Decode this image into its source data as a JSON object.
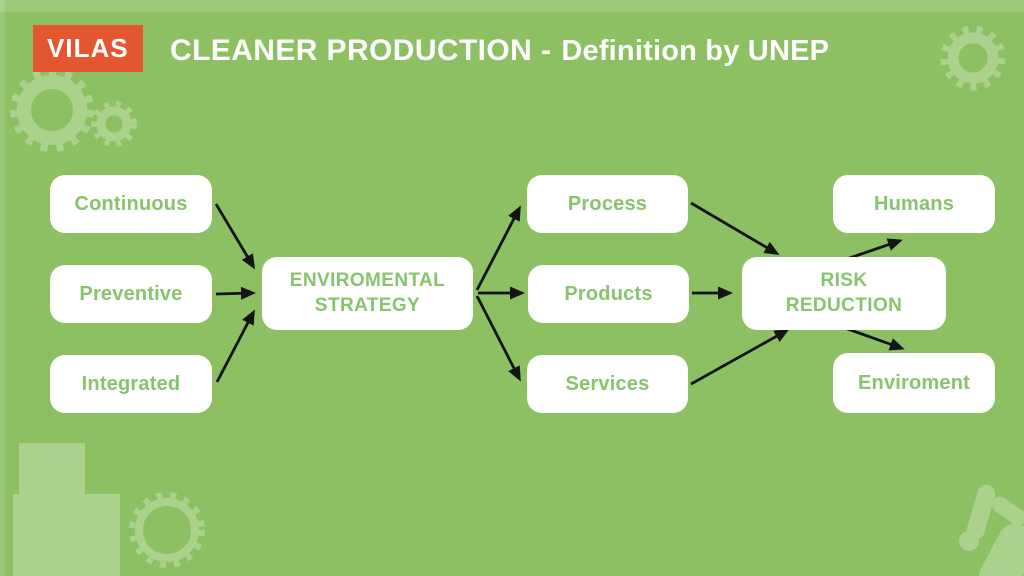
{
  "header": {
    "logo_text": "VILAS",
    "title_bold": "CLEANER PRODUCTION -",
    "title_light": "Definition by UNEP"
  },
  "diagram": {
    "left_inputs": [
      {
        "label": "Continuous"
      },
      {
        "label": "Preventive"
      },
      {
        "label": "Integrated"
      }
    ],
    "strategy_hub": {
      "label": "ENVIROMENTAL STRATEGY"
    },
    "focus_areas": [
      {
        "label": "Process"
      },
      {
        "label": "Products"
      },
      {
        "label": "Services"
      }
    ],
    "risk_hub": {
      "label": "RISK REDUCTION"
    },
    "outcomes": [
      {
        "label": "Humans"
      },
      {
        "label": "Enviroment"
      }
    ]
  },
  "decorations": {
    "top_left": [
      "gear-icon",
      "gear-icon"
    ],
    "top_right": [
      "gear-icon"
    ],
    "bottom_left": [
      "crate-boxes",
      "gear-icon"
    ],
    "bottom_right": [
      "leaf-icon"
    ]
  },
  "colors": {
    "background": "#8CC063",
    "logo_background": "#E4572E",
    "logo_text": "#FFFFFF",
    "title_text": "#FFFFFF",
    "node_background": "#FFFFFF",
    "node_text": "#87C46C",
    "arrow": "#141414",
    "decoration": "rgba(255,255,255,0.27)"
  }
}
